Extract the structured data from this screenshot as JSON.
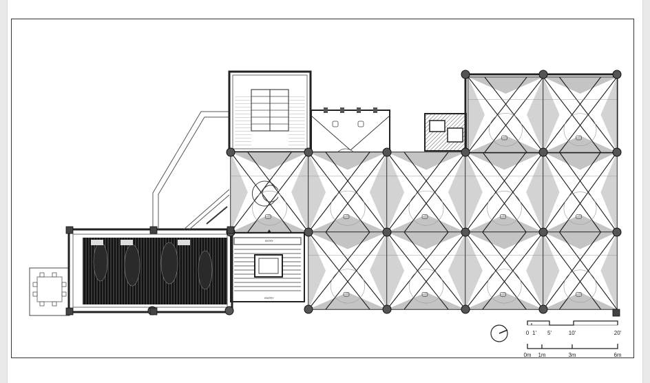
{
  "plan": {
    "labels": {
      "entry": "ENTRY"
    }
  },
  "scale_bar": {
    "imperial_ticks": [
      "0",
      "1'",
      "5'",
      "10'",
      "20'"
    ],
    "metric_ticks": [
      "0m",
      "1m",
      "3m",
      "6m"
    ]
  },
  "north_arrow": {
    "icon": "north-arrow-icon"
  },
  "colors": {
    "line": "#1a1a1a",
    "fill_dark": "#111111",
    "fill_gray": "#9a9a9a",
    "fill_light": "#cfcfcf",
    "background": "#ffffff"
  }
}
